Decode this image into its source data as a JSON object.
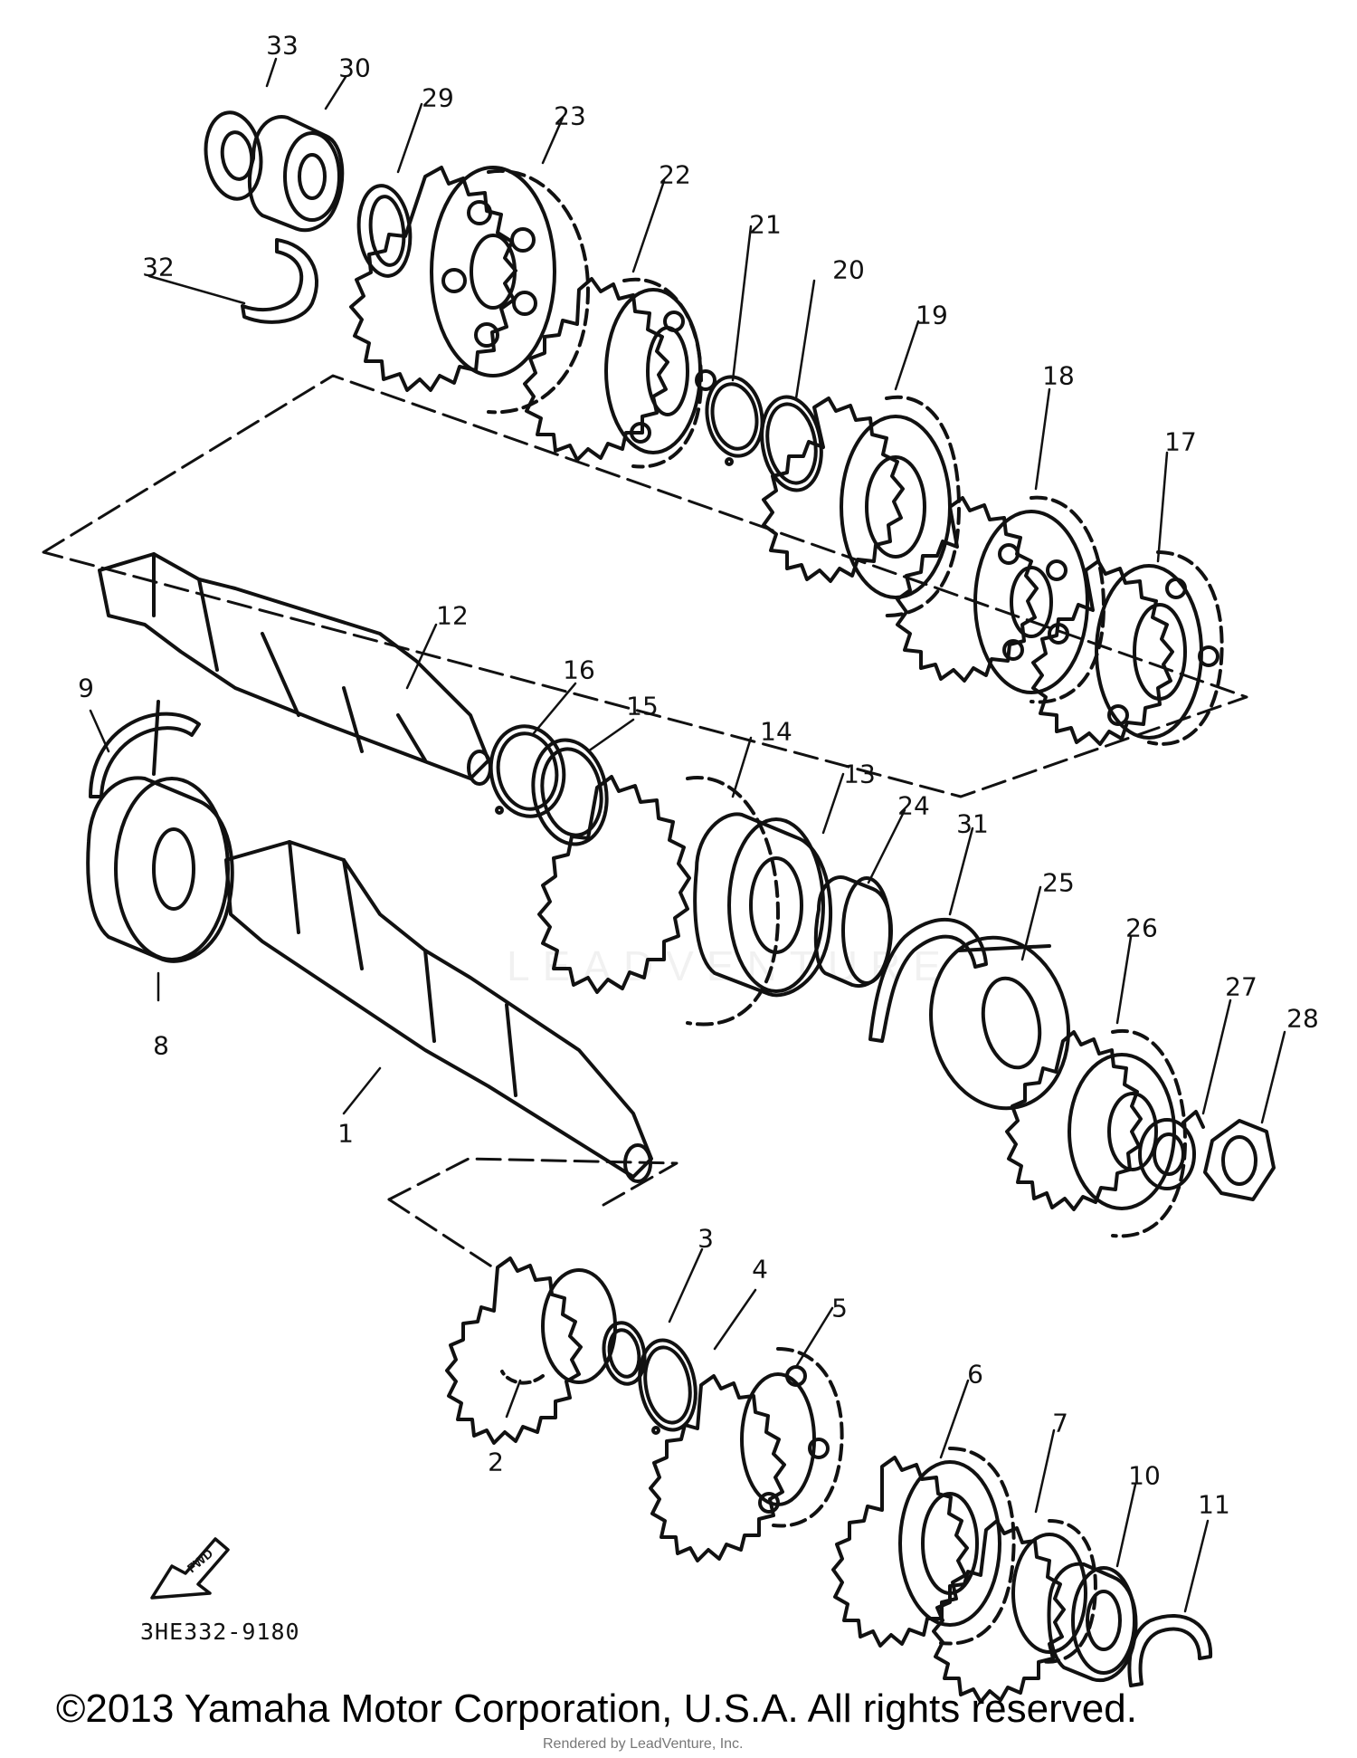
{
  "figure": {
    "part_code": "3HE332-9180",
    "direction_arrow_label": "FWD",
    "copyright": "©2013 Yamaha Motor Corporation, U.S.A. All rights reserved.",
    "render_credit": "Rendered by LeadVenture, Inc.",
    "watermark_text": "LEADVENTURE",
    "line_color": "#111111",
    "background_color": "#ffffff"
  },
  "callouts": [
    "1",
    "2",
    "3",
    "4",
    "5",
    "6",
    "7",
    "8",
    "9",
    "10",
    "11",
    "12",
    "13",
    "14",
    "15",
    "16",
    "17",
    "18",
    "19",
    "20",
    "21",
    "22",
    "23",
    "24",
    "25",
    "26",
    "27",
    "28",
    "29",
    "30",
    "31",
    "32",
    "33"
  ]
}
